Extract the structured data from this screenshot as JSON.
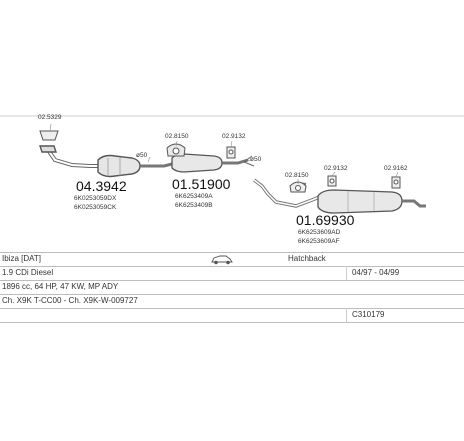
{
  "parts": {
    "p1": {
      "number": "04.3942",
      "oe1": "6K0253059DX",
      "oe2": "6K0253059CK"
    },
    "p2": {
      "number": "01.51900",
      "oe1": "6K6253409A",
      "oe2": "6K6253409B"
    },
    "p3": {
      "number": "01.69930",
      "oe1": "6K6253609AD",
      "oe2": "6K6253609AF"
    }
  },
  "fittings": {
    "f1": "02.5329",
    "f2": "02.8150",
    "f3": "02.9132",
    "f4": "02.8150",
    "f5": "02.9132",
    "f6": "02.9162"
  },
  "diameters": {
    "d1": "ø50",
    "d2": "ø50"
  },
  "vehicle": {
    "model": "Ibiza [DAT]",
    "body": "Hatchback",
    "engine": "1.9 CDi Diesel",
    "date_range": "04/97 - 04/99",
    "spec": "1896 cc, 64 HP, 47 KW, MP ADY",
    "chassis": "Ch. X9K T-CC00 - Ch. X9K-W-009727",
    "code": "C310179"
  }
}
